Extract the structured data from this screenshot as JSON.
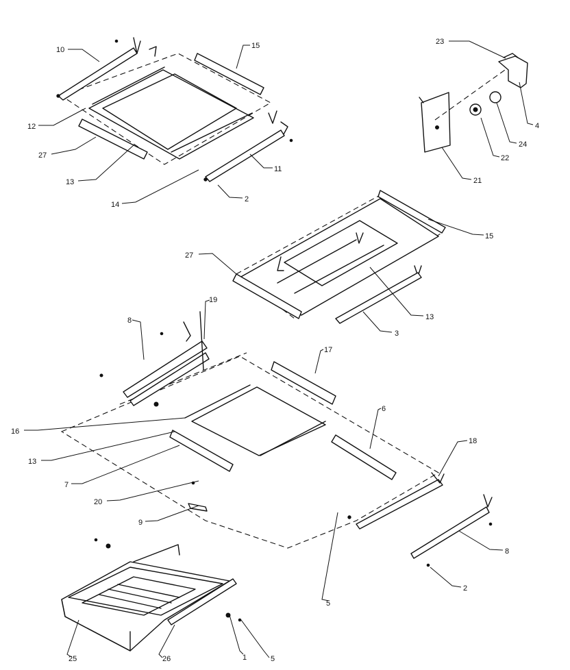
{
  "callouts": {
    "c10": "10",
    "c15a": "15",
    "c12": "12",
    "c27a": "27",
    "c13a": "13",
    "c14": "14",
    "c11": "11",
    "c2a": "2",
    "c23": "23",
    "c4": "4",
    "c24": "24",
    "c22": "22",
    "c21": "21",
    "c15b": "15",
    "c27b": "27",
    "c13b": "13",
    "c3": "3",
    "c8a": "8",
    "c19": "19",
    "c17": "17",
    "c6": "6",
    "c16": "16",
    "c13c": "13",
    "c7": "7",
    "c20": "20",
    "c9": "9",
    "c18": "18",
    "c8b": "8",
    "c2b": "2",
    "c5a": "5",
    "c25": "25",
    "c26": "26",
    "c1": "1",
    "c5b": "5"
  }
}
